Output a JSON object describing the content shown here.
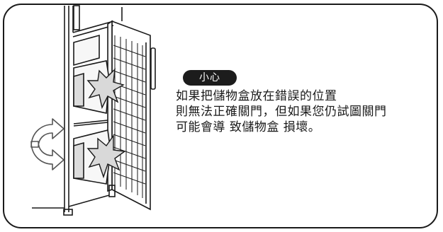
{
  "caution": {
    "label": "小心"
  },
  "message": {
    "lines": [
      "如果把儲物盒放在錯誤的位置",
      "則無法正確關門，但如果您仍試圖關門",
      "可能會導 致儲物盒 損壞。"
    ]
  },
  "icons": {
    "swing_arrows": "double-curved-arrow-icon",
    "collision": "impact-burst-icon"
  },
  "colors": {
    "ink": "#1a1a1a",
    "badge_background": "#1c1c1c",
    "badge_text": "#ffffff"
  }
}
